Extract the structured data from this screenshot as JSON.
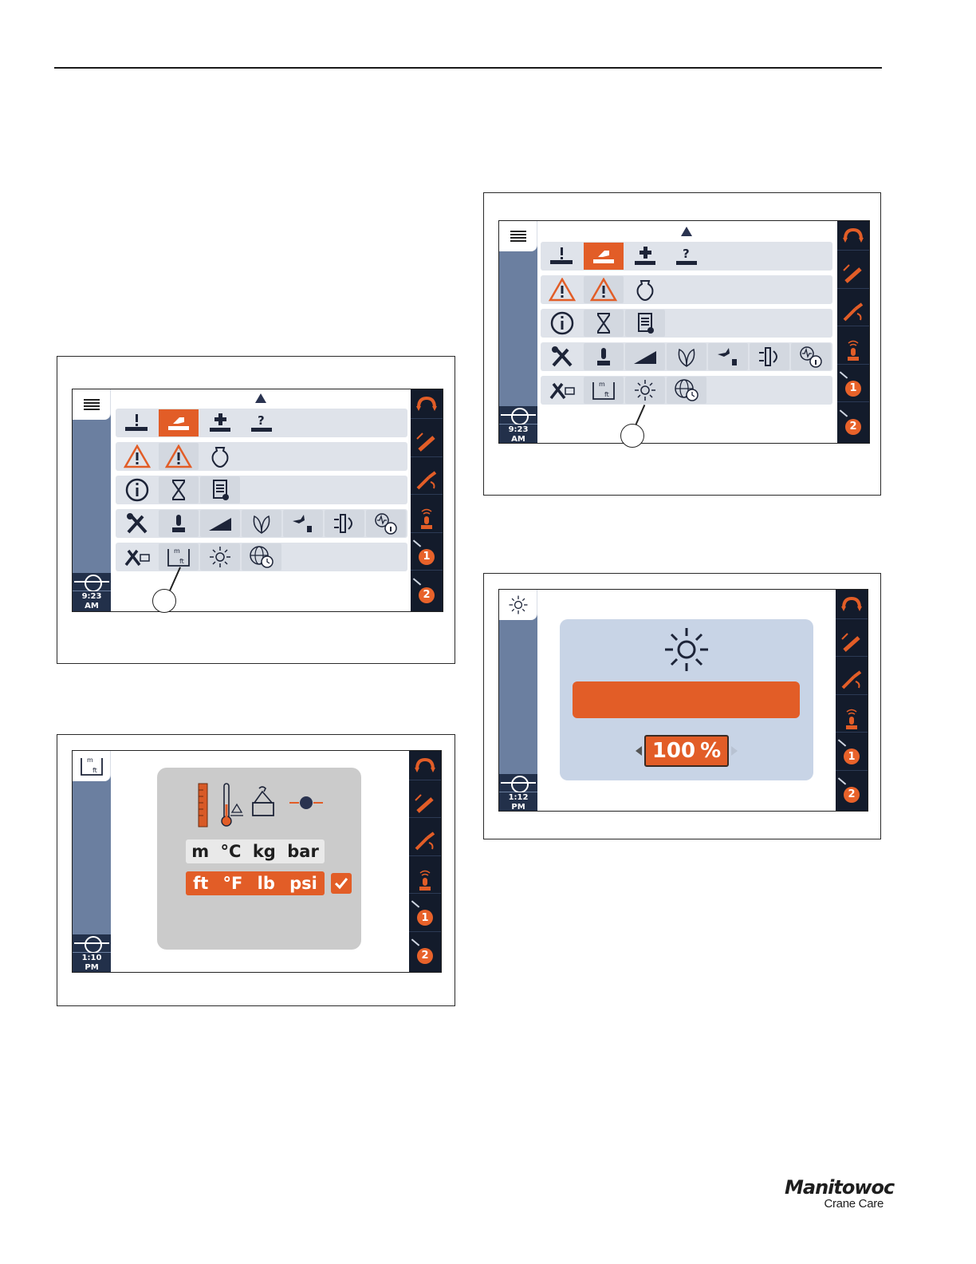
{
  "figures": {
    "fig1": {
      "clock_time": "9:23",
      "clock_period": "AM"
    },
    "fig2": {
      "clock_time": "9:23",
      "clock_period": "AM"
    },
    "fig3": {
      "clock_time": "1:10",
      "clock_period": "PM",
      "screen_icon_top": "m",
      "screen_icon_bottom": "ft",
      "metric_units": [
        "m",
        "°C",
        "kg",
        "bar"
      ],
      "imperial_units": [
        "ft",
        "°F",
        "lb",
        "psi"
      ],
      "selected_system": "imperial"
    },
    "fig4": {
      "clock_time": "1:12",
      "clock_period": "PM",
      "brightness_value": "100",
      "brightness_unit": "%",
      "brightness_level_percent": 100
    }
  },
  "menu": {
    "unit_icon_top": "m",
    "unit_icon_bottom": "ft"
  },
  "right_strip": {
    "hoist1_label": "1",
    "hoist2_label": "2"
  },
  "colors": {
    "accent": "#e25d27",
    "strip": "#6b7fa0",
    "dark_strip": "#131b2b",
    "menu_row": "#dfe3ea"
  },
  "logo": {
    "brand": "Manitowoc",
    "tagline": "Crane Care"
  }
}
